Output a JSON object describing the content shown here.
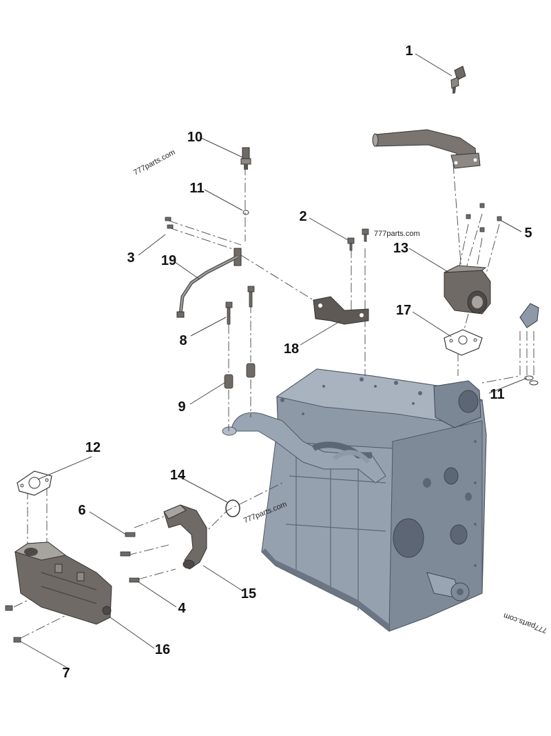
{
  "watermarks": [
    "777parts.com",
    "777parts.com",
    "777parts.com",
    "777parts.com"
  ],
  "callouts": [
    "1",
    "2",
    "3",
    "4",
    "5",
    "6",
    "7",
    "8",
    "9",
    "10",
    "11",
    "11",
    "12",
    "13",
    "14",
    "15",
    "16",
    "17",
    "18",
    "19"
  ],
  "colors": {
    "engine_fill": "#8e99a8",
    "engine_dark": "#5d6674",
    "engine_light": "#b3bcc8",
    "part_fill": "#6f6a66",
    "part_light": "#a7a39f",
    "line": "#333333",
    "background": "#ffffff"
  }
}
